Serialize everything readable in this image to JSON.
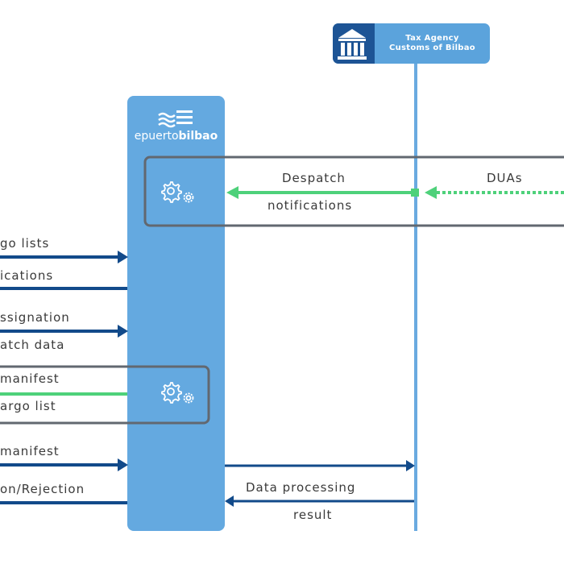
{
  "tax_agency": {
    "line1": "Tax Agency",
    "line2": "Customs of Bilbao",
    "icon": "government-building-icon"
  },
  "port": {
    "name_light": "epuerto",
    "name_bold": "bilbao",
    "icon": "waves-logo-icon"
  },
  "process_icon": "gears-icon",
  "messages": {
    "despatch": "Despatch",
    "notifications": "notifications",
    "duas": "DUAs",
    "cargo_lists": "go lists",
    "ications": "ications",
    "assignation": "ssignation",
    "atch_data": "atch data",
    "manifest_1": "manifest",
    "argo_list": "argo  list",
    "manifest_2": "manifest",
    "on_rejection": "on/Rejection",
    "data_processing": "Data processing",
    "result": "result"
  },
  "colors": {
    "arrow_dark": "#124a8a",
    "arrow_green": "#4ed17a",
    "column_blue": "#64a9e0",
    "agency_dark": "#1d5495",
    "frame_gray": "#626870"
  }
}
